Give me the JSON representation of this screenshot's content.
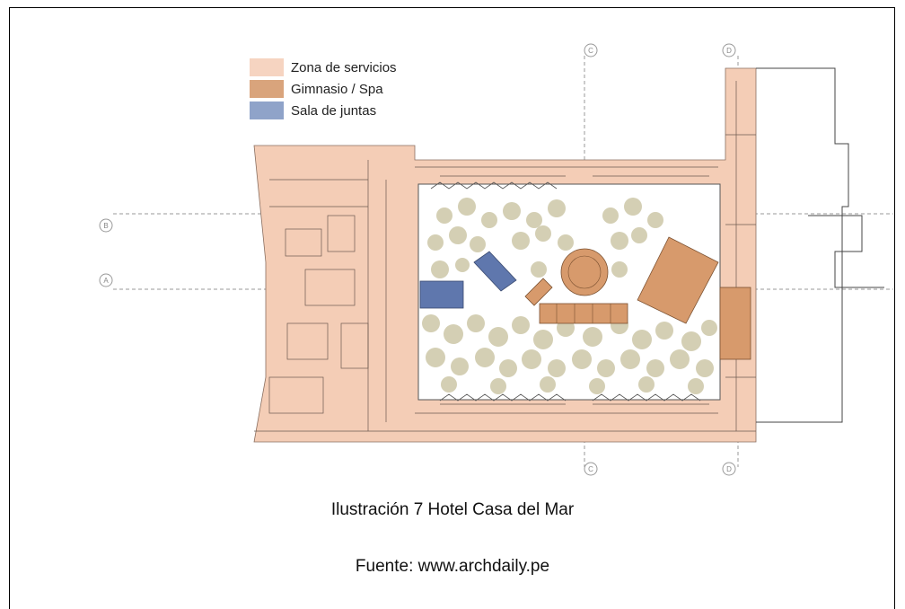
{
  "legend": [
    {
      "label": "Zona de servicios",
      "color": "#f6d4c1"
    },
    {
      "label": "Gimnasio / Spa",
      "color": "#d9a47c"
    },
    {
      "label": "Sala de juntas",
      "color": "#8fa3c9"
    }
  ],
  "grid_labels": {
    "b": "B",
    "a": "A",
    "c_top": "C",
    "c_bottom": "C",
    "d_top": "D",
    "d_bottom": "D"
  },
  "caption": {
    "title": "Ilustración 7 Hotel Casa del Mar",
    "source": "Fuente: www.archdaily.pe"
  },
  "colors": {
    "service": "#f4cdb6",
    "gym": "#d79a6c",
    "meeting": "#5f77ad",
    "trees": "#d4cfb4",
    "lines": "#555555"
  }
}
